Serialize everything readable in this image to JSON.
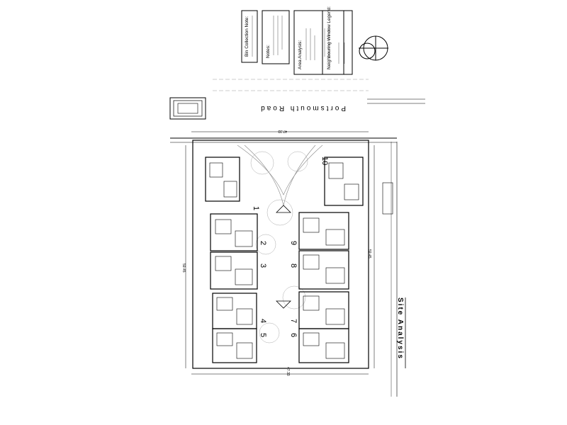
{
  "notes": {
    "bin_collection": "Bin Collection Note:",
    "notes": "Notes:",
    "area_analysis": "Area Analysis:",
    "neighbouring_window": "Neighbouring Window Legend:"
  },
  "road": {
    "name": "Portsmouth Road"
  },
  "title": {
    "text": "Site Analysis"
  },
  "dimensions": {
    "top": "47.33",
    "bottom": "47.33",
    "left": "59.45",
    "right": "59.45"
  },
  "units": [
    "1",
    "2",
    "3",
    "4",
    "5",
    "6",
    "7",
    "8",
    "9",
    "10"
  ]
}
